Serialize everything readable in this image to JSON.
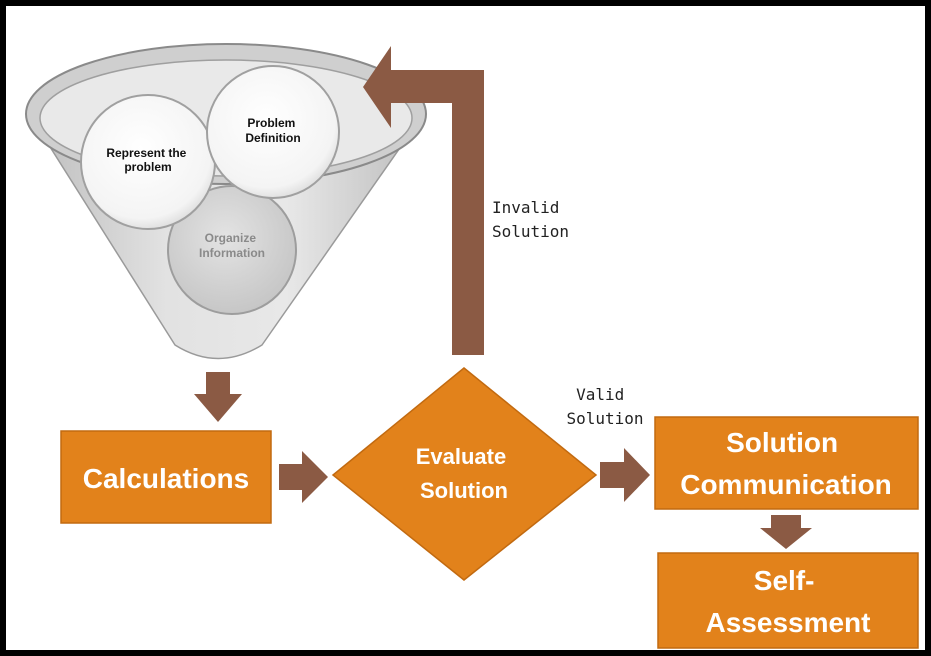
{
  "colors": {
    "frame": "#000000",
    "box_fill": "#E2821B",
    "box_border": "#C26A10",
    "arrow": "#8B5A44",
    "box_text": "#ffffff",
    "label_text": "#222222",
    "circle_fill": "#ffffff",
    "funnel_fill": "#d8d8d8"
  },
  "funnel": {
    "circles": [
      {
        "label_lines": [
          "Represent the",
          "problem"
        ]
      },
      {
        "label_lines": [
          "Problem",
          "Definition"
        ]
      },
      {
        "label_lines": [
          "Organize",
          "Information"
        ]
      }
    ]
  },
  "nodes": {
    "calculations": {
      "label_lines": [
        "Calculations"
      ]
    },
    "evaluate": {
      "label_lines": [
        "Evaluate",
        "Solution"
      ]
    },
    "communication": {
      "label_lines": [
        "Solution",
        "Communication"
      ]
    },
    "self_assessment": {
      "label_lines": [
        "Self-",
        "Assessment"
      ]
    }
  },
  "edge_labels": {
    "invalid": [
      "Invalid",
      "Solution"
    ],
    "valid": [
      "Valid",
      "Solution"
    ]
  }
}
